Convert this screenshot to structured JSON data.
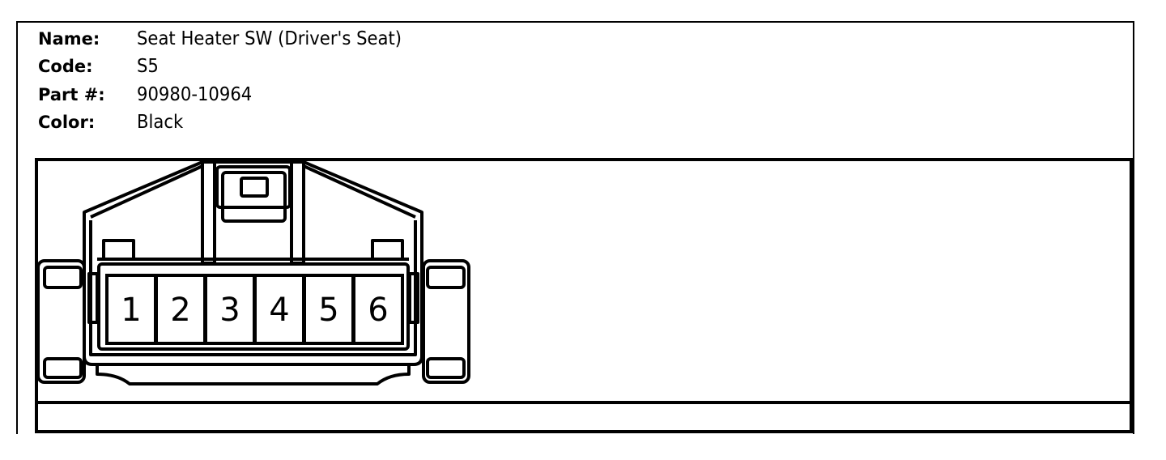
{
  "connector": {
    "name_label": "Name:",
    "name": "Seat Heater SW (Driver's Seat)",
    "code_label": "Code:",
    "code": "S5",
    "part_label": "Part #:",
    "part": "90980-10964",
    "color_label": "Color:",
    "color": "Black"
  },
  "pins": [
    "1",
    "2",
    "3",
    "4",
    "5",
    "6"
  ]
}
